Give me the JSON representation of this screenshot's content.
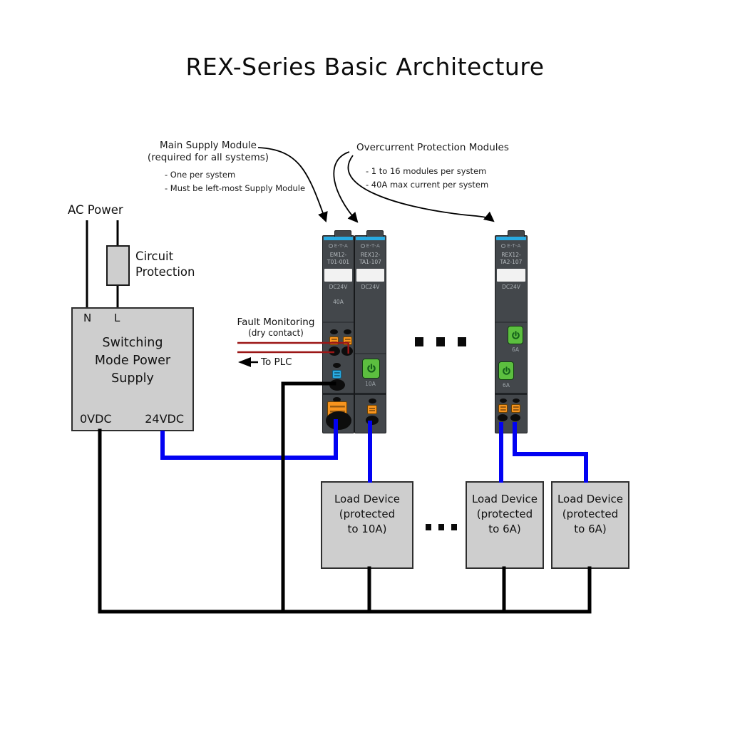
{
  "title": "REX-Series Basic Architecture",
  "annotations": {
    "main_supply": {
      "title": "Main Supply Module",
      "subtitle": "(required for all systems)",
      "bullet1": "- One per system",
      "bullet2": "- Must be left-most Supply Module"
    },
    "overcurrent": {
      "title": "Overcurrent Protection Modules",
      "bullet1": "- 1 to 16 modules per system",
      "bullet2": "- 40A max current per system"
    },
    "fault_monitoring": {
      "title": "Fault Monitoring",
      "subtitle": "(dry contact)",
      "to_plc": "To PLC"
    }
  },
  "ac_section": {
    "ac_power": "AC Power",
    "circuit_protection": "Circuit Protection"
  },
  "power_supply": {
    "terminal_n": "N",
    "terminal_l": "L",
    "name": "Switching Mode Power Supply",
    "out_neg": "0VDC",
    "out_pos": "24VDC"
  },
  "modules": {
    "supply": {
      "brand": "E-T-A",
      "part_line1": "EM12-",
      "part_line2": "T01-001",
      "voltage": "DC24V",
      "rating": "40A"
    },
    "protection1": {
      "brand": "E-T-A",
      "part_line1": "REX12-",
      "part_line2": "TA1-107",
      "voltage": "DC24V",
      "rating": "10A"
    },
    "protection2": {
      "brand": "E-T-A",
      "part_line1": "REX12-",
      "part_line2": "TA2-107",
      "voltage": "DC24V",
      "rating_ch1": "6A",
      "rating_ch2": "6A"
    }
  },
  "loads": [
    {
      "line1": "Load Device",
      "line2": "(protected",
      "line3": "to 10A)"
    },
    {
      "line1": "Load Device",
      "line2": "(protected",
      "line3": "to 6A)"
    },
    {
      "line1": "Load Device",
      "line2": "(protected",
      "line3": "to 6A)"
    }
  ],
  "colors": {
    "wire_blue": "#0202f2",
    "wire_black": "#000000",
    "wire_red": "#9b1616",
    "module_gray": "#43474b",
    "module_border": "#17191b",
    "accent_cyan": "#29abe2",
    "accent_orange": "#f7941e",
    "button_green": "#5cbf3f",
    "button_green_dark": "#15611a",
    "box_fill": "#cecece",
    "box_border": "#2e2e2e"
  }
}
